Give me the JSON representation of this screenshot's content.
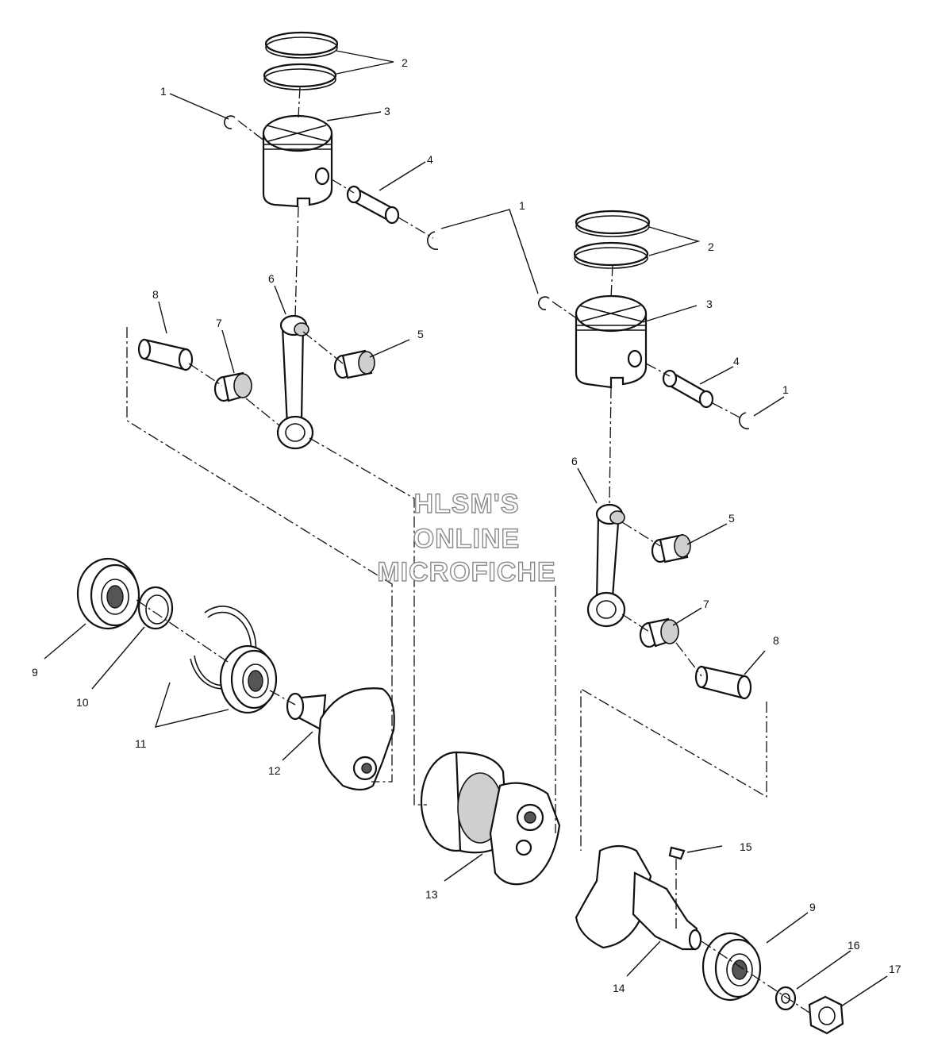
{
  "watermark": {
    "line1": "HLSM'S",
    "line2": "ONLINE",
    "line3": "MICROFICHE"
  },
  "callouts": [
    {
      "id": "c1a",
      "label": "1"
    },
    {
      "id": "c2a",
      "label": "2"
    },
    {
      "id": "c3a",
      "label": "3"
    },
    {
      "id": "c4a",
      "label": "4"
    },
    {
      "id": "c1b",
      "label": "1"
    },
    {
      "id": "c6a",
      "label": "6"
    },
    {
      "id": "c8a",
      "label": "8"
    },
    {
      "id": "c7a",
      "label": "7"
    },
    {
      "id": "c5a",
      "label": "5"
    },
    {
      "id": "c2b",
      "label": "2"
    },
    {
      "id": "c3b",
      "label": "3"
    },
    {
      "id": "c4b",
      "label": "4"
    },
    {
      "id": "c1c",
      "label": "1"
    },
    {
      "id": "c6b",
      "label": "6"
    },
    {
      "id": "c5b",
      "label": "5"
    },
    {
      "id": "c7b",
      "label": "7"
    },
    {
      "id": "c8b",
      "label": "8"
    },
    {
      "id": "c9a",
      "label": "9"
    },
    {
      "id": "c10",
      "label": "10"
    },
    {
      "id": "c11",
      "label": "11"
    },
    {
      "id": "c12",
      "label": "12"
    },
    {
      "id": "c13",
      "label": "13"
    },
    {
      "id": "c15",
      "label": "15"
    },
    {
      "id": "c9b",
      "label": "9"
    },
    {
      "id": "c16",
      "label": "16"
    },
    {
      "id": "c17",
      "label": "17"
    },
    {
      "id": "c14",
      "label": "14"
    }
  ]
}
